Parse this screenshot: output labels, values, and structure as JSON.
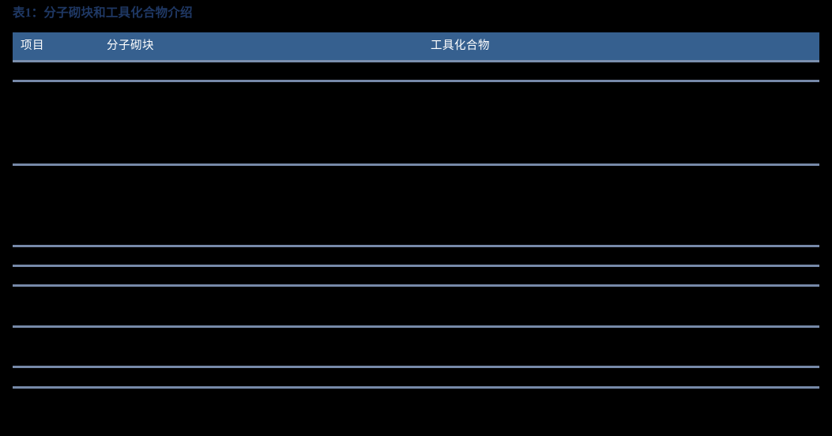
{
  "figure": {
    "title": "表1：分子砌块和工具化合物介绍",
    "title_color": "#1f3864",
    "header_bg": "#36608f",
    "header_underline_color": "#7b8fae",
    "rule_color": "#7689a8",
    "background": "#000000"
  },
  "table": {
    "columns": [
      {
        "key": "item",
        "label": "项目"
      },
      {
        "key": "blocks",
        "label": "分子砌块"
      },
      {
        "key": "compound",
        "label": "工具化合物"
      }
    ],
    "rows": [
      {
        "item": "",
        "blocks": "",
        "compound": ""
      },
      {
        "item": "",
        "blocks": "",
        "compound": ""
      },
      {
        "item": "",
        "blocks": "",
        "compound": ""
      },
      {
        "item": "",
        "blocks": "",
        "compound": ""
      },
      {
        "item": "",
        "blocks": "",
        "compound": ""
      },
      {
        "item": "",
        "blocks": "",
        "compound": ""
      },
      {
        "item": "",
        "blocks": "",
        "compound": ""
      },
      {
        "item": "",
        "blocks": "",
        "compound": ""
      }
    ],
    "rule_positions": [
      101,
      207,
      310,
      335,
      360,
      412,
      463,
      489
    ]
  }
}
